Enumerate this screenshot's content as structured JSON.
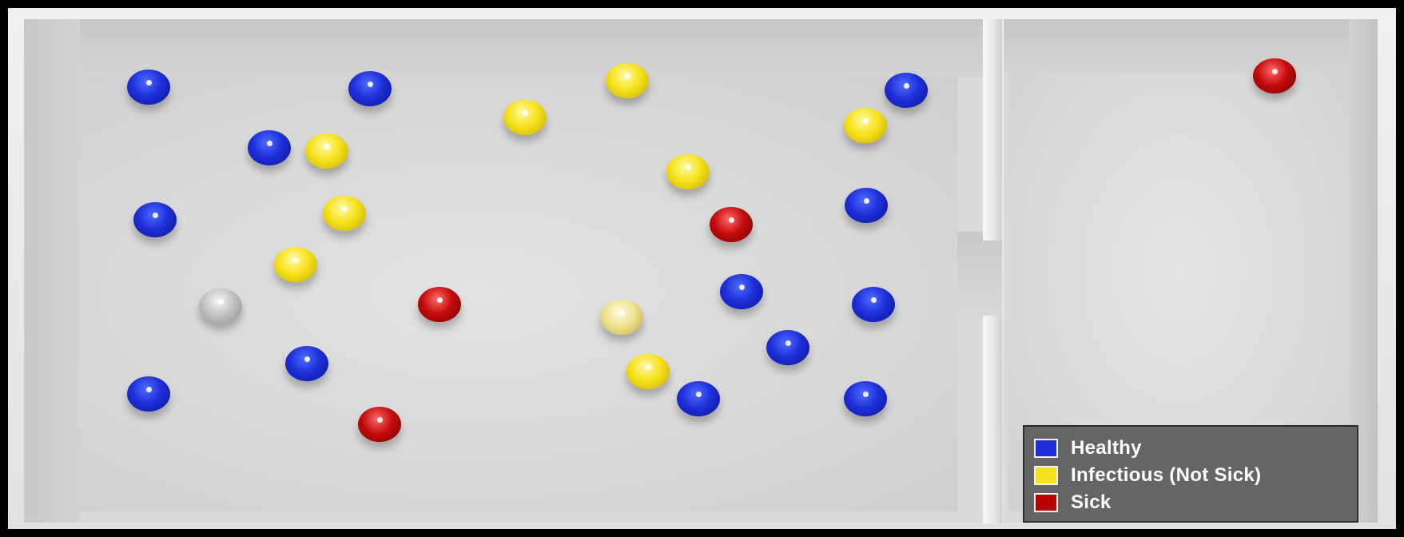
{
  "legend": {
    "items": [
      {
        "label": "Healthy",
        "color": "#1e2fd8"
      },
      {
        "label": "Infectious (Not Sick)",
        "color": "#f6e21b"
      },
      {
        "label": "Sick",
        "color": "#b80000"
      }
    ]
  },
  "colors": {
    "healthy": "#1e2fd8",
    "infectious": "#f6e21b",
    "sick": "#b80000",
    "unknown": "#bdbdbd"
  },
  "balls": [
    {
      "status": "healthy"
    },
    {
      "status": "healthy"
    },
    {
      "status": "infectious"
    },
    {
      "status": "healthy"
    },
    {
      "status": "infectious"
    },
    {
      "status": "infectious"
    },
    {
      "status": "healthy"
    },
    {
      "status": "infectious"
    },
    {
      "status": "infectious"
    },
    {
      "status": "healthy"
    },
    {
      "status": "infectious"
    },
    {
      "status": "sick"
    },
    {
      "status": "healthy"
    },
    {
      "status": "infectious"
    },
    {
      "status": "unknown"
    },
    {
      "status": "sick"
    },
    {
      "status": "infectious"
    },
    {
      "status": "healthy"
    },
    {
      "status": "healthy"
    },
    {
      "status": "healthy"
    },
    {
      "status": "healthy"
    },
    {
      "status": "infectious"
    },
    {
      "status": "healthy"
    },
    {
      "status": "healthy"
    },
    {
      "status": "healthy"
    },
    {
      "status": "sick"
    }
  ]
}
